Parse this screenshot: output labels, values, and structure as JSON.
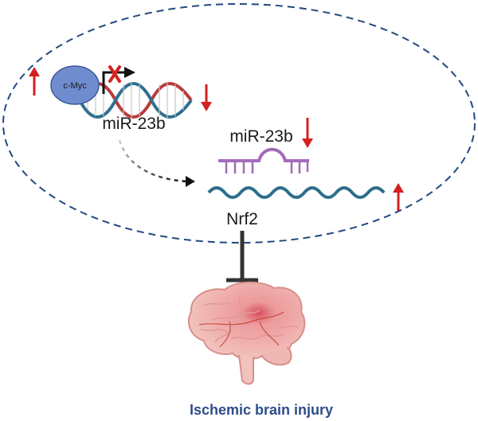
{
  "labels": {
    "cmyc": "c-Myc",
    "mir_gene": "miR-23b",
    "mir_mature": "miR-23b",
    "nrf2": "Nrf2",
    "outcome": "Ischemic brain injury"
  },
  "colors": {
    "cell_border": "#24497f",
    "up_down_arrow": "#d42020",
    "cmyc_fill": "#6f8ccf",
    "dna_red": "#b93a3a",
    "dna_blue": "#2f6f8f",
    "mirna": "#a46ab8",
    "mrna": "#2b6e8a",
    "brain": "#f0b8b4",
    "outcome_text": "#2d4d8a"
  },
  "icons": {
    "block": "x-icon",
    "promoter": "promoter-arrow-icon",
    "inhibition": "inhibition-bar-icon",
    "organ": "brain-icon"
  }
}
